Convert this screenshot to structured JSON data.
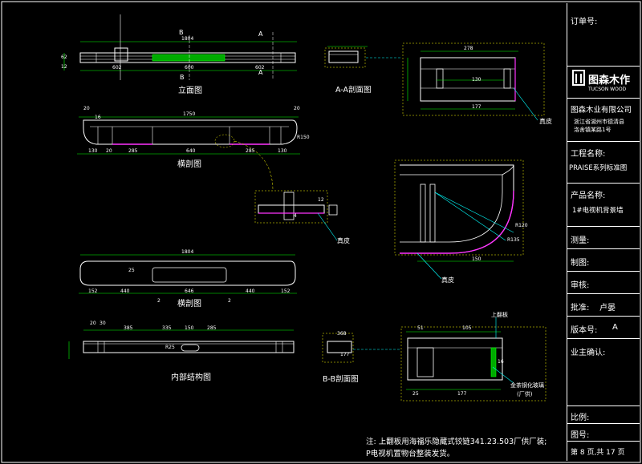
{
  "views": {
    "elevation": "立面图",
    "aa": "A-A剖面图",
    "cross1": "横剖图",
    "cross2": "横剖图",
    "internal": "内部结构图",
    "bb": "B-B剖面图"
  },
  "markers": {
    "a": "A",
    "b": "B"
  },
  "dims": {
    "elev_total": "1804",
    "elev_left": "602",
    "elev_mid": "600",
    "elev_right": "602",
    "elev_h1": "62",
    "elev_h2": "12",
    "aa_top": "278",
    "aa_d1": "130",
    "aa_d2": "177",
    "x1_total": "1750",
    "x1_20a": "20",
    "x1_20b": "20",
    "x1_16": "16",
    "x1_b1": "130",
    "x1_b2": "20",
    "x1_b3": "285",
    "x1_b4": "640",
    "x1_b5": "285",
    "x1_b6": "130",
    "x1_r": "R150",
    "x2_total": "1804",
    "x2_25": "25",
    "x2_b1": "152",
    "x2_b2": "440",
    "x2_b3": "646",
    "x2_b4": "440",
    "x2_b5": "152",
    "x2_2a": "2",
    "x2_2b": "2",
    "int_20": "20",
    "int_30": "30",
    "int_385": "385",
    "int_335": "335",
    "int_150": "150",
    "int_285": "285",
    "int_r": "R25",
    "bb_top": "368",
    "bb_177": "177",
    "bb2_51": "51",
    "bb2_105": "105",
    "bb2_177": "177",
    "bb2_25": "25",
    "bb2_16": "16",
    "det_r1": "R120",
    "det_r2": "R135",
    "det_150": "150",
    "det_4": "4",
    "det_12": "12"
  },
  "callouts": {
    "veneer1": "真皮",
    "veneer2": "真皮",
    "veneer3": "真皮",
    "flip_board": "上翻板",
    "glass": "金茶钢化玻璃",
    "glass_note": "(厂供)"
  },
  "note": {
    "line1": "注: 上翻板用海福乐隐藏式铰链341.23.503厂供厂装;",
    "line2": "P电视机置物台整装发货。"
  },
  "title_block": {
    "order_no": "订单号:",
    "brand_cn": "图森木作",
    "brand_en": "TUCSON WOOD",
    "company": "图森木业有限公司",
    "address1": "浙江省湖州市德清县",
    "address2": "洛舍镇某路1号",
    "project_label": "工程名称:",
    "project_value": "PRAISE系列标准图",
    "product_label": "产品名称:",
    "product_value": "1#电视机背景墙",
    "measure": "测量:",
    "draw": "制图:",
    "review": "审核:",
    "approve_label": "批准:",
    "approve_value": "卢晏",
    "version_label": "版本号:",
    "version_value": "A",
    "owner": "业主确认:",
    "scale": "比例:",
    "drawing_no": "图号:",
    "page": "第 8 页,共 17 页"
  },
  "colors": {
    "line": "#ffffff",
    "dim": "#00ff00",
    "hidden": "#ffff00",
    "leader": "#00ffff",
    "leather": "#ff33ff",
    "center": "#ff3333"
  }
}
